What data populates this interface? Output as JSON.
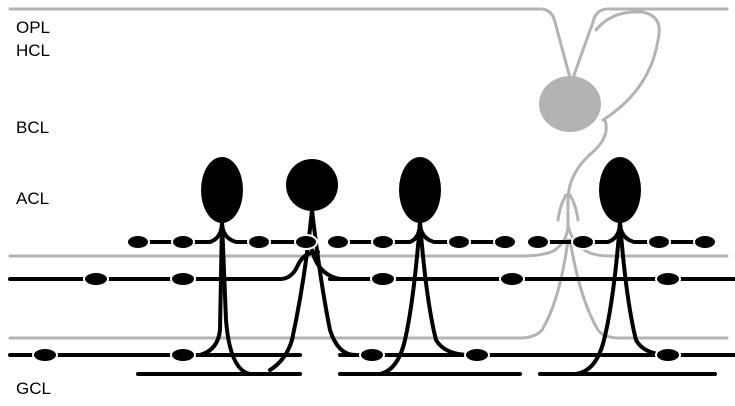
{
  "layers": {
    "opl": "OPL",
    "hcl": "HCL",
    "bcl": "BCL",
    "acl": "ACL",
    "gcl": "GCL"
  },
  "colors": {
    "amacrine": "#000000",
    "bipolar": "#b3b3b3",
    "background": "#ffffff"
  }
}
